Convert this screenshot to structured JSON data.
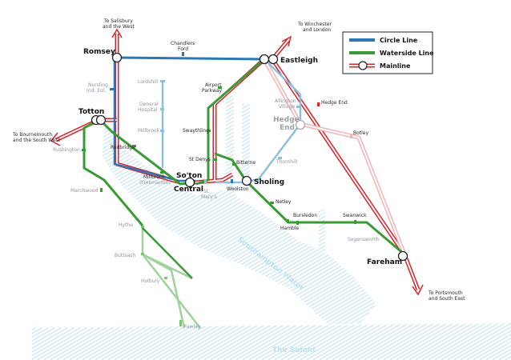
{
  "legend": {
    "circle_line": "Circle Line",
    "waterside_line": "Waterside Line",
    "mainline": "Mainline"
  },
  "colors": {
    "circle_line": "#2b78b8",
    "waterside_line": "#3a9a35",
    "mainline": "#d9232a",
    "water": "#bfe0f3"
  },
  "destinations": {
    "salisbury": [
      "To Salisbury",
      "and the West"
    ],
    "winchester": [
      "To Winchester",
      "and London"
    ],
    "bournemouth": [
      "To Bournemouth",
      "and the South West"
    ],
    "portsmouth": [
      "To Portsmouth",
      "and South East"
    ]
  },
  "interchanges": {
    "romsey": "Romsey",
    "eastleigh": "Eastleigh",
    "totton": "Totton",
    "soton": [
      "So'ton",
      "Central"
    ],
    "sholing": "Sholing",
    "hedge_end": [
      "Hedge",
      "End"
    ],
    "fareham": "Fareham"
  },
  "stations": {
    "chandlers_ford": [
      "Chandlers",
      "Ford"
    ],
    "nursling": [
      "Nursling",
      "Ind. Est."
    ],
    "lordshill": "Lordshill",
    "general_hospital": [
      "General",
      "Hospital"
    ],
    "millbrook_upper": "Millbrook",
    "airport_parkway": [
      "Airport",
      "Parkway"
    ],
    "swaythling": "Swaythling",
    "allington_village": [
      "Allington",
      "Village"
    ],
    "hedge_end_station": "Hedge End",
    "botley": "Botley",
    "rushington": "Rushington",
    "redbridge": "Redbridge",
    "marchwood": "Marchwood",
    "st_denys": "St Denys",
    "bitterne": "Bitterne",
    "thornhill": "Thornhill",
    "millbrook_freemantle": [
      "Millbrook",
      "(Freemantle)"
    ],
    "st_marys": [
      "St.",
      "Mary's"
    ],
    "woolston": "Woolston",
    "netley": "Netley",
    "bursledon": "Bursledon",
    "swanwick": "Swanwick",
    "hamble": "Hamble",
    "segensworth": "Segensworth",
    "hythe": "Hythe",
    "buttsash": "Buttsash",
    "holbury": "Holbury",
    "fawley": "Fawley"
  },
  "water": {
    "southampton_water": "Southampton Water",
    "the_solent": "The Solent"
  }
}
